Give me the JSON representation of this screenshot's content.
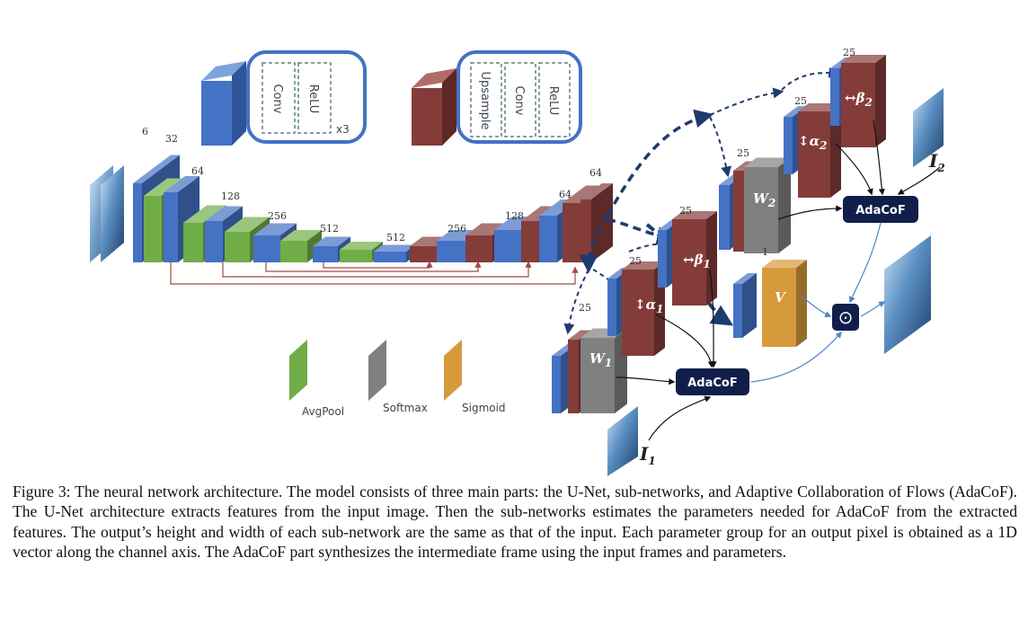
{
  "legend": {
    "conv_block": [
      "Conv",
      "ReLU"
    ],
    "conv_repeat": "x3",
    "up_block": [
      "Upsample",
      "Conv",
      "ReLU"
    ],
    "avgpool": "AvgPool",
    "softmax": "Softmax",
    "sigmoid": "Sigmoid"
  },
  "unet_channels": {
    "input": "6",
    "c32": "32",
    "c64": "64",
    "c128": "128",
    "c256": "256",
    "c512a": "512",
    "c512b": "512",
    "d256": "256",
    "d128": "128",
    "d64a": "64",
    "d64b": "64"
  },
  "subnet_channels": {
    "w1": "25",
    "a1": "25",
    "b1": "25",
    "w2": "25",
    "a2": "25",
    "b2": "25",
    "v": "1"
  },
  "labels": {
    "w1": "W",
    "w1_sub": "1",
    "w2": "W",
    "w2_sub": "2",
    "a1": "α",
    "a1_sub": "1",
    "b1": "β",
    "b1_sub": "1",
    "a2": "α",
    "a2_sub": "2",
    "b2": "β",
    "b2_sub": "2",
    "v": "V",
    "adacof1": "AdaCoF",
    "adacof2": "AdaCoF",
    "i1": "I",
    "i1_sub": "1",
    "i2": "I",
    "i2_sub": "2",
    "odot": "⊙"
  },
  "colors": {
    "conv_blue": "#4472c4",
    "upsample_red": "#843c39",
    "avgpool_green": "#70ad47",
    "softmax_gray": "#808080",
    "sigmoid_orange": "#d69a3c",
    "adacof_navy": "#0f1f4a",
    "skip_red": "#a04a45",
    "dash_navy": "#1f3a6e"
  },
  "caption": "Figure 3: The neural network architecture. The model consists of three main parts: the U-Net, sub-networks, and Adaptive Collaboration of Flows (AdaCoF). The U-Net architecture extracts features from the input image. Then the sub-networks estimates the parameters needed for AdaCoF from the extracted features. The output’s height and width of each sub-network are the same as that of the input. Each parameter group for an output pixel is obtained as a 1D vector along the channel axis. The AdaCoF part synthesizes the intermediate frame using the input frames and parameters."
}
